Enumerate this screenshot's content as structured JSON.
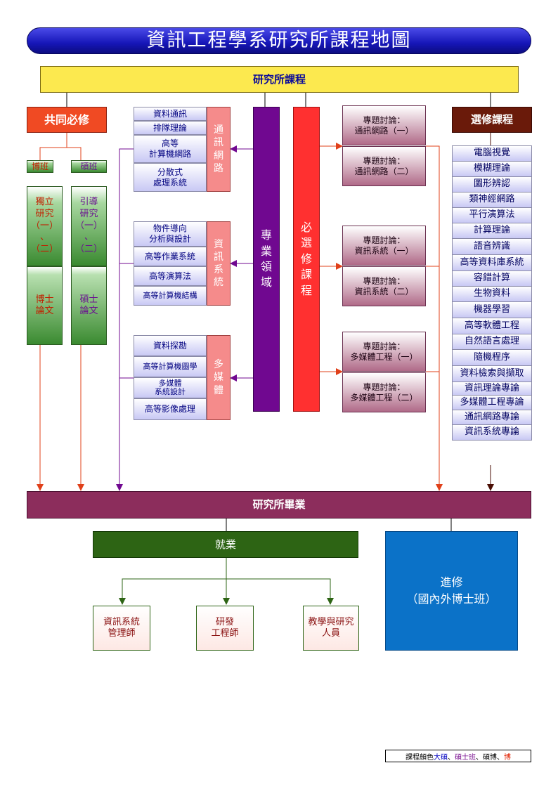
{
  "title": "資訊工程學系研究所課程地圖",
  "program": "研究所課程",
  "common": {
    "title": "共同必修",
    "phd_tag": "博班",
    "ms_tag": "碩班",
    "phd_research": "獨立\n研究\n（一）\n、\n（二）",
    "ms_research": "引導\n研究\n（一）\n、\n（二）",
    "phd_thesis": "博士\n論文",
    "ms_thesis": "碩士\n論文"
  },
  "domains": {
    "network": {
      "label": "通\n訊\n網\n路",
      "courses": [
        "資料通訊",
        "排隊理論",
        "高等\n計算機網路",
        "分散式\n處理系統"
      ]
    },
    "systems": {
      "label": "資\n訊\n系\n統",
      "courses": [
        "物件導向\n分析與設計",
        "高等作業系統",
        "高等演算法",
        "高等計算機結構"
      ]
    },
    "multimedia": {
      "label": "多\n媒\n體",
      "courses": [
        "資料探勘",
        "高等計算機圖學",
        "多媒體\n系統設計",
        "高等影像處理"
      ]
    }
  },
  "specialty": "專\n業\n領\n域",
  "required_elective": "必\n選\n修\n課\n程",
  "seminars": {
    "network": [
      "專題討論：\n通訊網路（一）",
      "專題討論：\n通訊網路（二）"
    ],
    "systems": [
      "專題討論：\n資訊系統（一）",
      "專題討論：\n資訊系統（二）"
    ],
    "multimedia": [
      "專題討論：\n多媒體工程（一）",
      "專題討論：\n多媒體工程（二）"
    ]
  },
  "electives": {
    "title": "選修課程",
    "items": [
      "電腦視覺",
      "模糊理論",
      "圖形辨認",
      "類神經網路",
      "平行演算法",
      "計算理論",
      "語音辨識",
      "高等資料庫系統",
      "容錯計算",
      "生物資料",
      "機器學習",
      "高等軟體工程",
      "自然語言處理",
      "隨機程序",
      "資料檢索與擷取",
      "資訊理論專論",
      "多媒體工程專論",
      "通訊網路專論",
      "資訊系統專論"
    ]
  },
  "graduation": "研究所畢業",
  "employment": {
    "title": "就業",
    "jobs": [
      "資訊系統\n管理師",
      "研發\n工程師",
      "教學與研究\n人員"
    ]
  },
  "further_study": "進修\n（國內外博士班）",
  "footer": {
    "prefix": "課程顏色",
    "undergrad": "大碩",
    "master": "碩士班",
    "sep1": "、",
    "doctorate": "碩博",
    "sep2": "、",
    "phd": "博"
  },
  "colors": {
    "title_blue": "#1616b8",
    "program_yellow": "#fce94f",
    "common_red": "#f04a23",
    "domain_pink": "#f58b8b",
    "purple": "#700890",
    "red": "#ff3030",
    "elective_brown": "#6a1a0a",
    "graduation": "#8c2d5c",
    "employment_green": "#2d6414",
    "further_blue": "#0b72c8"
  }
}
